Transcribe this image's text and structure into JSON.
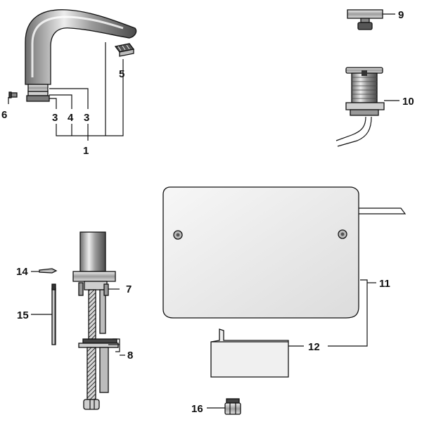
{
  "colors": {
    "ink": "#111111",
    "light": "#ececec",
    "mid": "#bdbdbd",
    "dark": "#6e6e6e"
  },
  "labels": {
    "l1": "1",
    "l3a": "3",
    "l4": "4",
    "l3b": "3",
    "l5": "5",
    "l6": "6",
    "l7": "7",
    "l8": "8",
    "l9": "9",
    "l10": "10",
    "l11": "11",
    "l12": "12",
    "l14": "14",
    "l15": "15",
    "l16": "16"
  }
}
